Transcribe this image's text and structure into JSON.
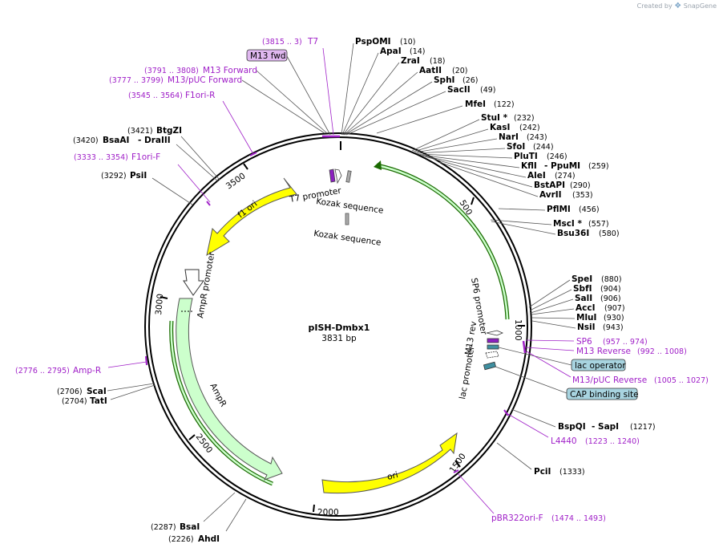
{
  "brand": {
    "created_by": "Created by",
    "name": "SnapGene"
  },
  "plasmid": {
    "name": "pISH-Dmbx1",
    "length": "3831 bp"
  },
  "enzymes": {
    "PspOMI": {
      "name": "PspOMI",
      "pos": "(10)"
    },
    "ApaI": {
      "name": "ApaI",
      "pos": "(14)"
    },
    "ZraI": {
      "name": "ZraI",
      "pos": "(18)"
    },
    "AatII": {
      "name": "AatII",
      "pos": "(20)"
    },
    "SphI": {
      "name": "SphI",
      "pos": "(26)"
    },
    "SacII": {
      "name": "SacII",
      "pos": "(49)"
    },
    "MfeI": {
      "name": "MfeI",
      "pos": "(122)"
    },
    "StuI": {
      "name": "StuI *",
      "pos": "(232)"
    },
    "KasI": {
      "name": "KasI",
      "pos": "(242)"
    },
    "NarI": {
      "name": "NarI",
      "pos": "(243)"
    },
    "SfoI": {
      "name": "SfoI",
      "pos": "(244)"
    },
    "PluTI": {
      "name": "PluTI",
      "pos": "(246)"
    },
    "KflI": {
      "name": "KflI",
      "pos": "(259)",
      "alt": "- PpuMI"
    },
    "AleI": {
      "name": "AleI",
      "pos": "(274)"
    },
    "BstAPI": {
      "name": "BstAPI",
      "pos": "(290)"
    },
    "AvrII": {
      "name": "AvrII",
      "pos": "(353)"
    },
    "PflMI": {
      "name": "PflMI",
      "pos": "(456)"
    },
    "MscI": {
      "name": "MscI *",
      "pos": "(557)"
    },
    "Bsu36I": {
      "name": "Bsu36I",
      "pos": "(580)"
    },
    "SpeI": {
      "name": "SpeI",
      "pos": "(880)"
    },
    "SbfI": {
      "name": "SbfI",
      "pos": "(904)"
    },
    "SalI": {
      "name": "SalI",
      "pos": "(906)"
    },
    "AccI": {
      "name": "AccI",
      "pos": "(907)"
    },
    "MluI": {
      "name": "MluI",
      "pos": "(930)"
    },
    "NsiI": {
      "name": "NsiI",
      "pos": "(943)"
    },
    "BspQI": {
      "name": "BspQI",
      "pos": "(1217)",
      "alt": "- SapI"
    },
    "PciI": {
      "name": "PciI",
      "pos": "(1333)"
    },
    "AhdI": {
      "name": "AhdI",
      "pos": "(2226)"
    },
    "BsaI": {
      "name": "BsaI",
      "pos": "(2287)"
    },
    "TatI": {
      "name": "TatI",
      "pos": "(2704)"
    },
    "ScaI": {
      "name": "ScaI",
      "pos": "(2706)"
    },
    "PsiI": {
      "name": "PsiI",
      "pos": "(3292)"
    },
    "BsaAI": {
      "name": "BsaAI",
      "pos": "(3420)",
      "alt": "- DraIII"
    },
    "BtgZI": {
      "name": "BtgZI",
      "pos": "(3421)"
    }
  },
  "primers": {
    "T7": {
      "name": "T7",
      "pos": "(3815 .. 3)"
    },
    "M13fwd": {
      "name": "M13 fwd"
    },
    "M13Forward": {
      "name": "M13 Forward",
      "pos": "(3791 .. 3808)"
    },
    "M13pUCForward": {
      "name": "M13/pUC Forward",
      "pos": "(3777 .. 3799)"
    },
    "F1oriR": {
      "name": "F1ori-R",
      "pos": "(3545 .. 3564)"
    },
    "F1oriF": {
      "name": "F1ori-F",
      "pos": "(3333 .. 3354)"
    },
    "AmpR": {
      "name": "Amp-R",
      "pos": "(2776 .. 2795)"
    },
    "SP6": {
      "name": "SP6",
      "pos": "(957 .. 974)"
    },
    "M13Reverse": {
      "name": "M13 Reverse",
      "pos": "(992 .. 1008)"
    },
    "M13pUCReverse": {
      "name": "M13/pUC Reverse",
      "pos": "(1005 .. 1027)"
    },
    "L4440": {
      "name": "L4440",
      "pos": "(1223 .. 1240)"
    },
    "pBR322oriF": {
      "name": "pBR322ori-F",
      "pos": "(1474 .. 1493)"
    }
  },
  "features": {
    "lac_operator": "lac operator",
    "cap_site": "CAP binding site",
    "f1_ori": "f1 ori",
    "ampr": "AmpR",
    "ampr_promoter": "AmpR promoter",
    "ori": "ori",
    "t7_promoter": "T7 promoter",
    "kozak1": "Kozak sequence",
    "kozak2": "Kozak sequence",
    "sp6_promoter": "SP6 promoter",
    "m13_rev": "M13 rev",
    "lac_promoter": "lac promoter"
  },
  "ticks": {
    "t500": "500",
    "t1000": "1000",
    "t1500": "1500",
    "t2000": "2000",
    "t2500": "2500",
    "t3000": "3000",
    "t3500": "3500"
  },
  "colors": {
    "yellow": "#ffff00",
    "green": "#ccffcc",
    "purple": "#a020c8",
    "teal": "#3f8fa0",
    "cap_fill": "#a8d4e0"
  }
}
